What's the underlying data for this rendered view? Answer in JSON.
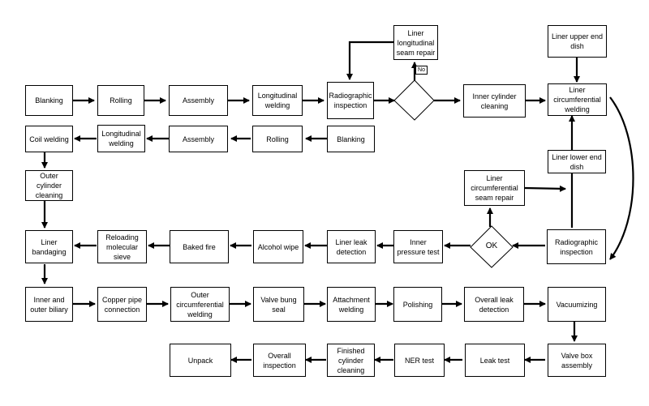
{
  "nodes": {
    "blanking1": "Blanking",
    "rolling1": "Rolling",
    "assembly1": "Assembly",
    "longitudinal_welding1": "Longitudinal welding",
    "radiographic_inspection1": "Radiographic inspection",
    "liner_longitudinal_seam_repair": "Liner longitudinal seam repair",
    "inner_cylinder_cleaning": "Inner cylinder cleaning",
    "liner_upper_end_dish": "Liner upper end dish",
    "liner_circumferential_welding": "Liner circumferential welding",
    "coil_welding": "Coil welding",
    "longitudinal_welding2": "Longitudinal welding",
    "assembly2": "Assembly",
    "rolling2": "Rolling",
    "blanking2": "Blanking",
    "liner_lower_end_dish": "Liner lower end dish",
    "outer_cylinder_cleaning": "Outer cylinder cleaning",
    "liner_circumferential_seam_repair": "Liner circumferential seam repair",
    "liner_bandaging": "Liner bandaging",
    "reloading_molecular_sieve": "Reloading molecular sieve",
    "baked_fire": "Baked fire",
    "alcohol_wipe": "Alcohol wipe",
    "liner_leak_detection": "Liner leak detection",
    "inner_pressure_test": "Inner pressure test",
    "radiographic_inspection2": "Radiographic inspection",
    "inner_outer_biliary": "Inner and outer biliary",
    "copper_pipe_connection": "Copper pipe connection",
    "outer_circumferential_welding": "Outer circumferential welding",
    "valve_bung_seal": "Valve bung seal",
    "attachment_welding": "Attachment welding",
    "polishing": "Polishing",
    "overall_leak_detection": "Overall leak detection",
    "vacuumizing": "Vacuumizing",
    "unpack": "Unpack",
    "overall_inspection": "Overall inspection",
    "finished_cylinder_cleaning": "Finished cylinder cleaning",
    "ner_test": "NER test",
    "leak_test": "Leak test",
    "valve_box_assembly": "Valve box assembly"
  },
  "decisions": {
    "decision1": "",
    "decision2": "OK"
  },
  "labels": {
    "no": "No"
  },
  "colors": {
    "line": "#000000",
    "box_fill": "#ffffff"
  }
}
